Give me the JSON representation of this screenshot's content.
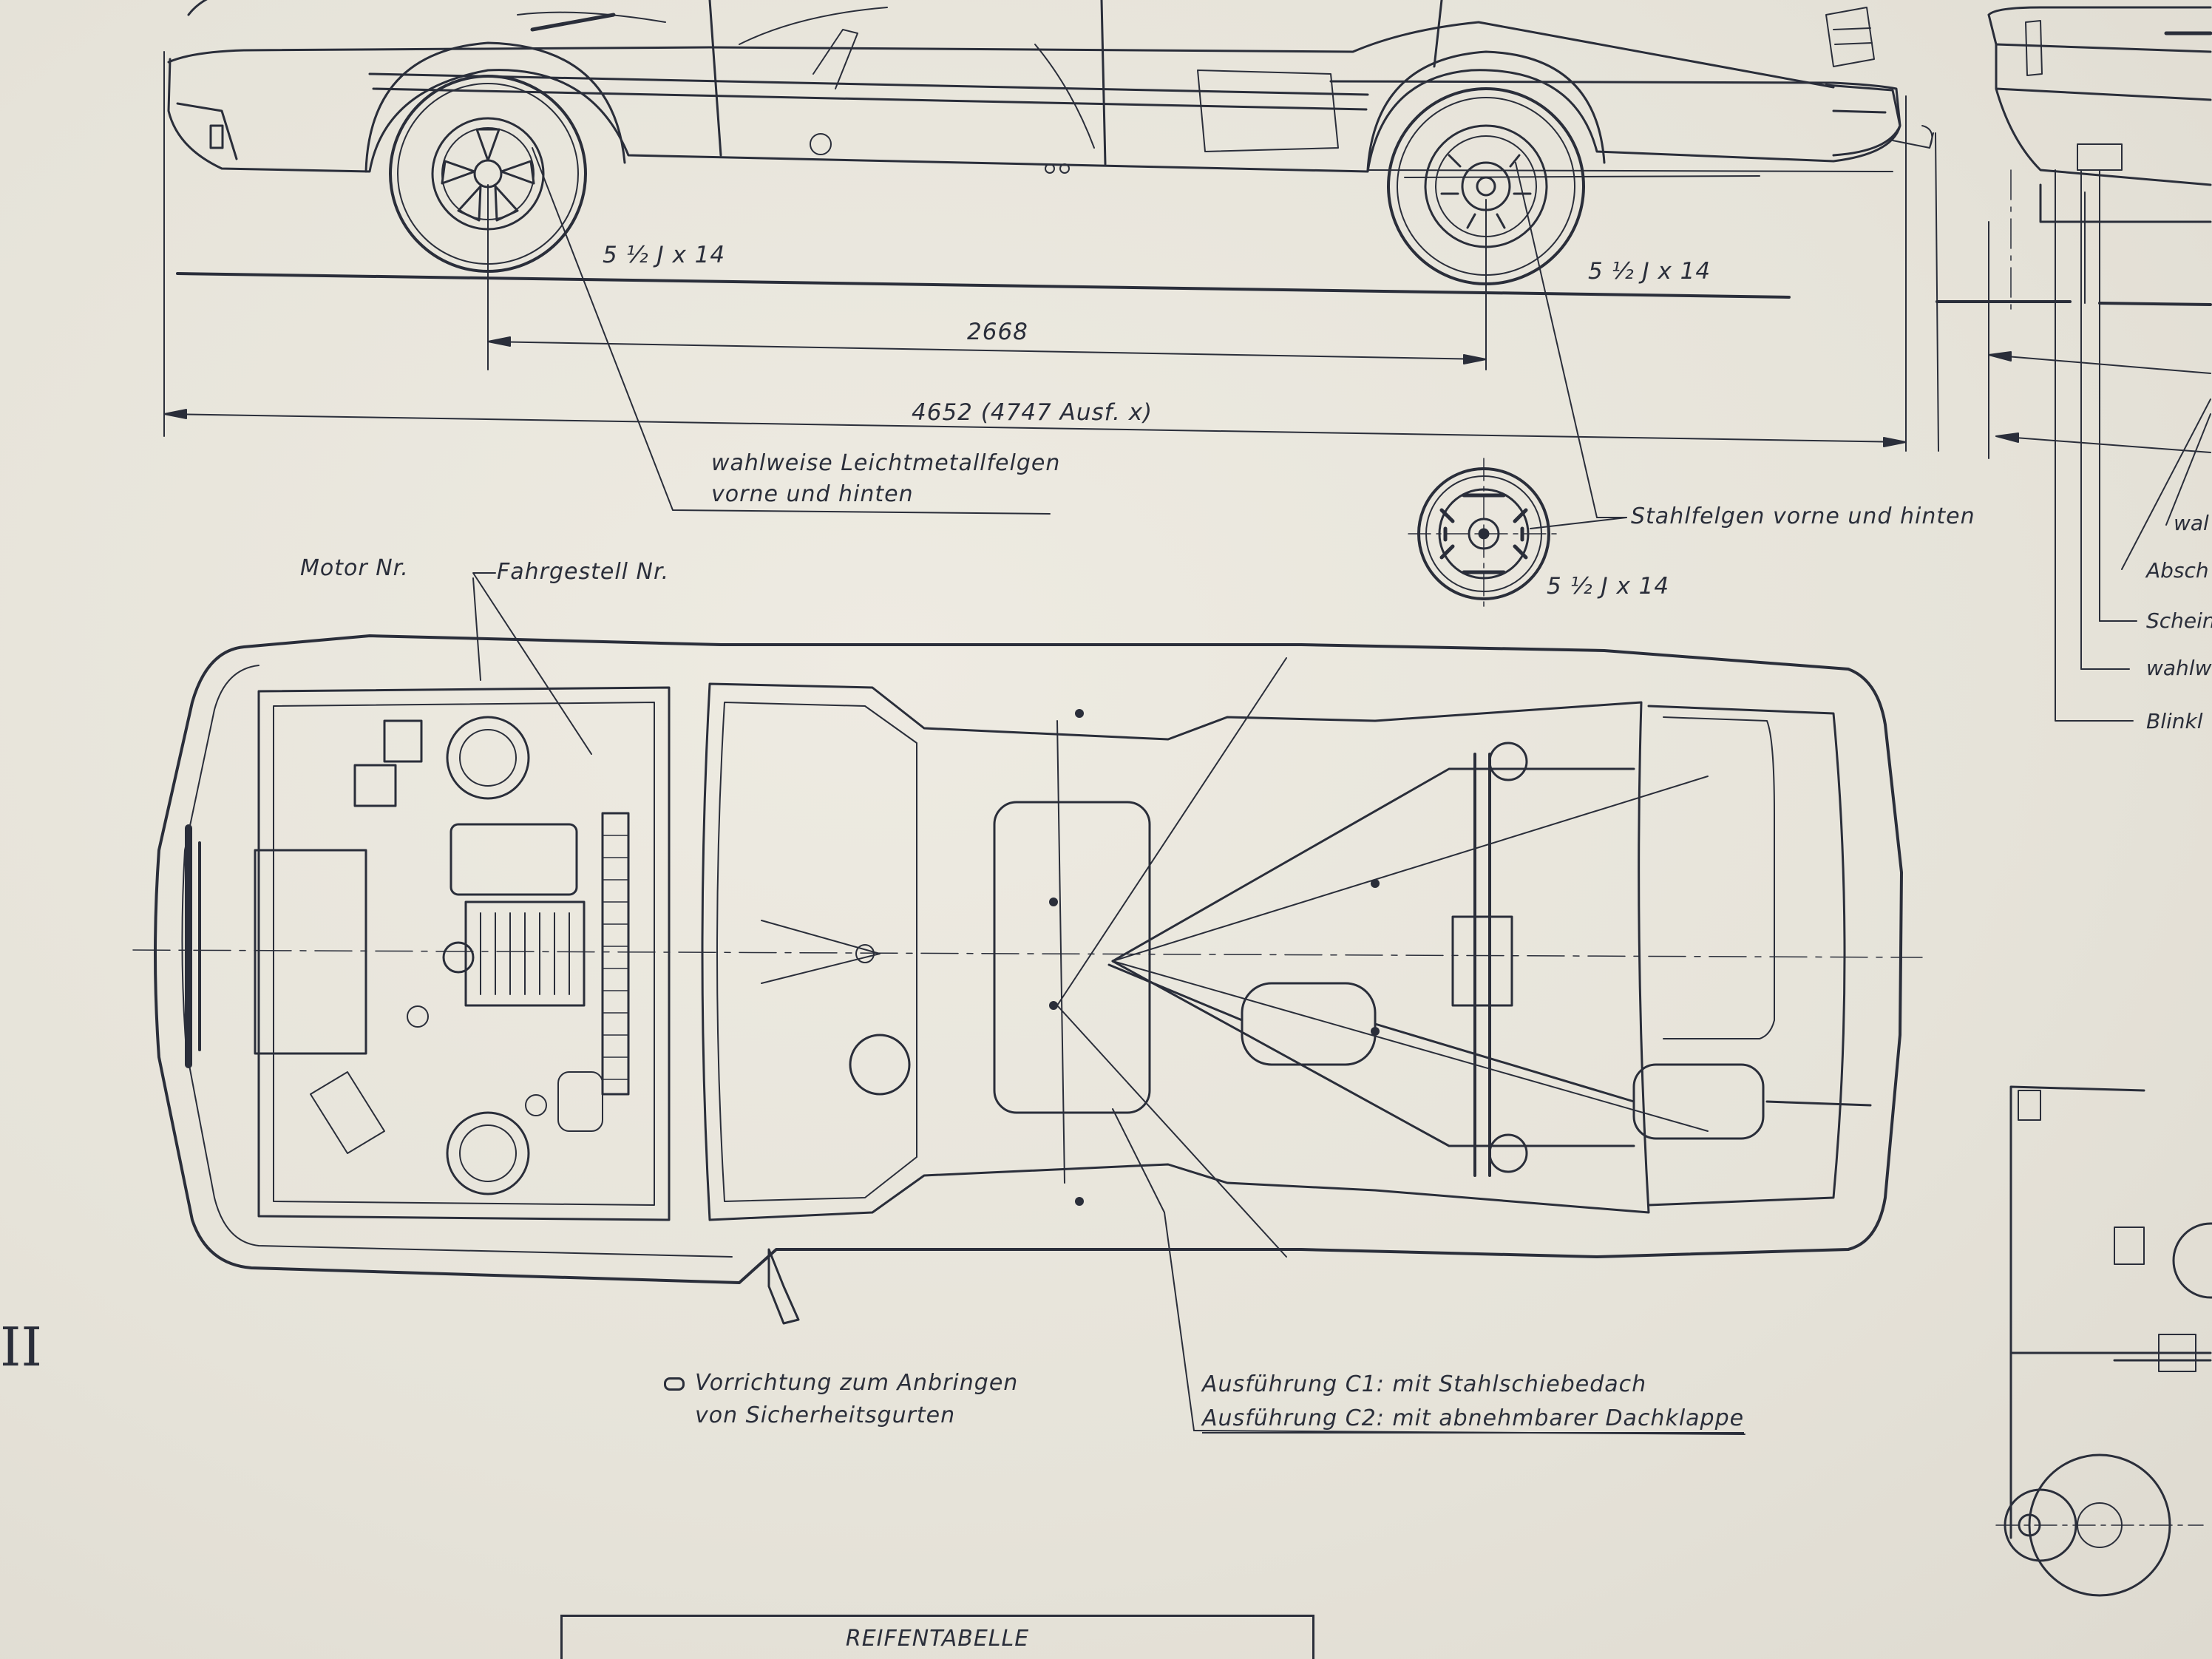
{
  "dimensions": {
    "front_rim_size": "5 ½ J x 14",
    "rear_rim_size": "5 ½ J x 14",
    "spare_rim_size": "5 ½ J x 14",
    "wheelbase": "2668",
    "overall_length": "4652",
    "overall_length_variant": "(4747 Ausf. x)"
  },
  "callouts": {
    "alloy_wheels_line1": "wahlweise Leichtmetallfelgen",
    "alloy_wheels_line2": "vorne und hinten",
    "steel_wheels": "Stahlfelgen vorne und hinten",
    "engine_number": "Motor Nr.",
    "chassis_number": "Fahrgestell Nr.",
    "belt_mount_line1": "Vorrichtung zum Anbringen",
    "belt_mount_line2": "von Sicherheitsgurten",
    "variant_c1": "Ausführung C1: mit Stahlschiebedach",
    "variant_c2": "Ausführung C2: mit abnehmbarer Dachklappe"
  },
  "rear_view_callouts": [
    "wal",
    "Absch",
    "Schein",
    "wahlw",
    "Blinkl"
  ],
  "edge_mark": "II",
  "tire_table_title": "REIFENTABELLE",
  "colors": {
    "ink": "#2a2e3a",
    "paper": "#e9e6dc"
  }
}
